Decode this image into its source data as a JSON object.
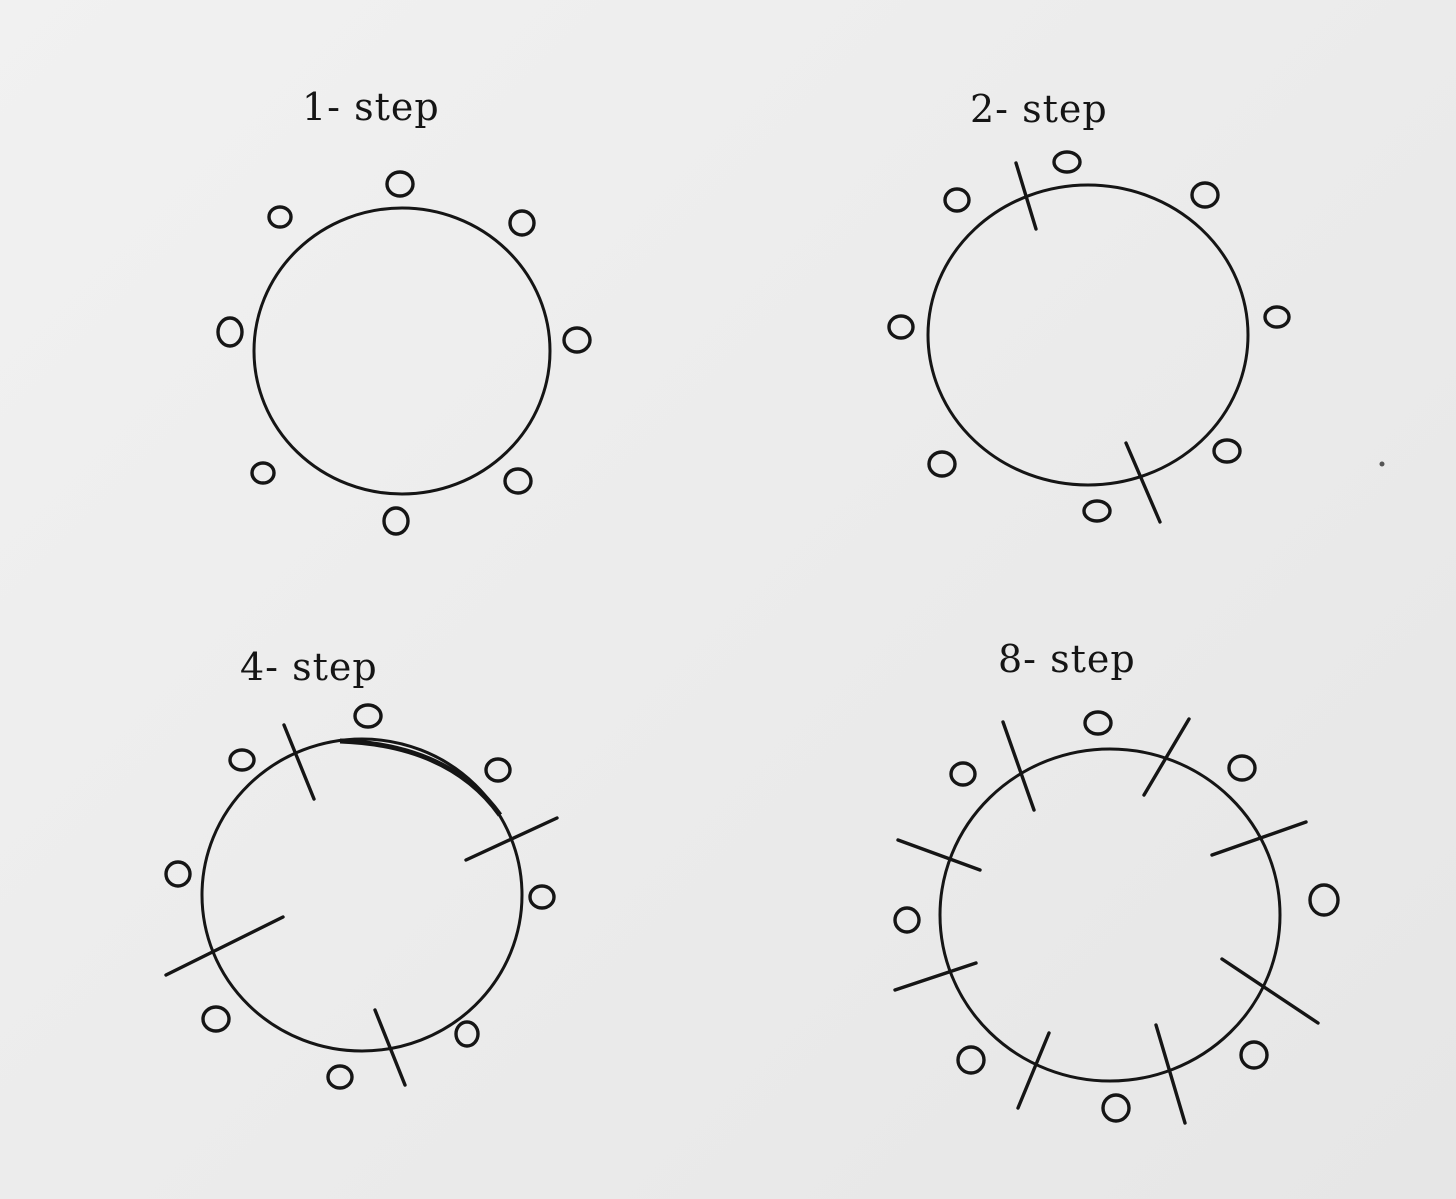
{
  "diagrams": [
    {
      "title": "1- step",
      "nodes": 8,
      "cuts": 0
    },
    {
      "title": "2- step",
      "nodes": 8,
      "cuts": 2
    },
    {
      "title": "4- step",
      "nodes": 8,
      "cuts": 4
    },
    {
      "title": "8- step",
      "nodes": 8,
      "cuts": 8
    }
  ]
}
